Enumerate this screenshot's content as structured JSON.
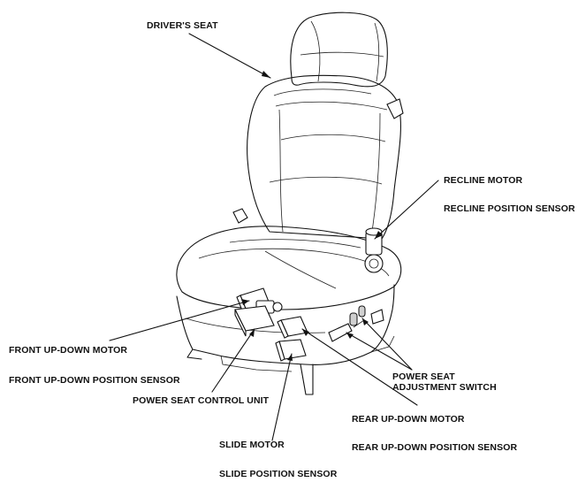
{
  "labels": {
    "drivers_seat": "DRIVER'S SEAT",
    "recline_motor": "RECLINE MOTOR",
    "recline_position_sensor": "RECLINE POSITION SENSOR",
    "front_updown_motor": "FRONT UP-DOWN MOTOR",
    "front_updown_position_sensor": "FRONT UP-DOWN POSITION SENSOR",
    "power_seat_control_unit": "POWER SEAT CONTROL UNIT",
    "power_seat_adjustment_switch_line1": "POWER SEAT",
    "power_seat_adjustment_switch_line2": "ADJUSTMENT SWITCH",
    "rear_updown_motor": "REAR UP-DOWN MOTOR",
    "rear_updown_position_sensor": "REAR UP-DOWN POSITION SENSOR",
    "slide_motor": "SLIDE MOTOR",
    "slide_position_sensor": "SLIDE POSITION SENSOR"
  }
}
